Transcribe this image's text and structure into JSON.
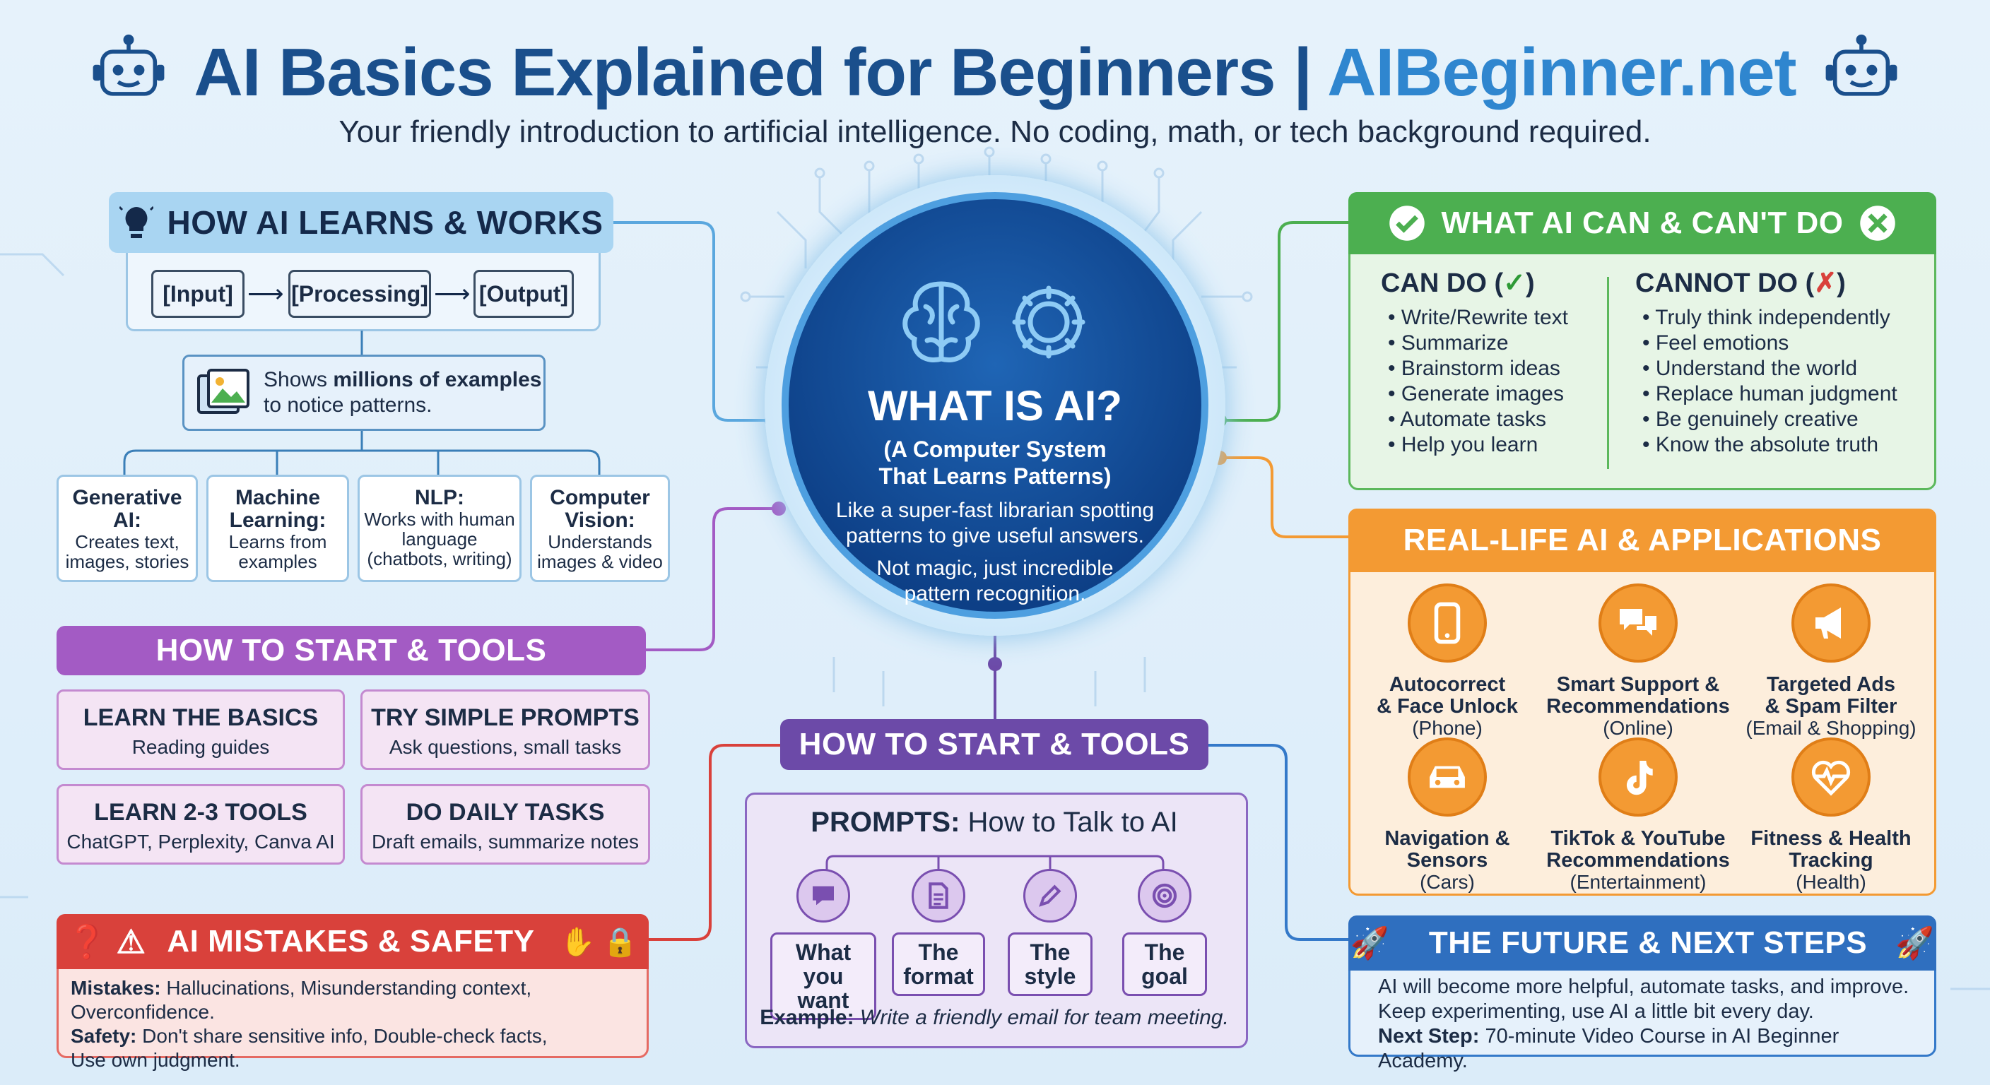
{
  "header": {
    "title_main": "AI Basics Explained for Beginners | ",
    "title_brand": "AIBeginner.net",
    "subtitle": "Your friendly introduction to artificial intelligence. No coding, math, or tech background required."
  },
  "colors": {
    "blue": "#1a4f8c",
    "green": "#4caf50",
    "orange": "#f39a33",
    "purple": "#a35bc4",
    "red": "#d9413b",
    "violet": "#6c4aa8"
  },
  "learns": {
    "heading": "HOW AI LEARNS & WORKS",
    "flow": [
      "[Input]",
      "[Processing]",
      "[Output]"
    ],
    "examples_pre": "Shows ",
    "examples_bold": "millions of examples",
    "examples_post": "to notice patterns.",
    "categories": [
      {
        "title": "Generative AI:",
        "desc": "Creates text, images, stories"
      },
      {
        "title": "Machine Learning:",
        "desc": "Learns from examples"
      },
      {
        "title": "NLP:",
        "desc": "Works with human language (chatbots, writing)"
      },
      {
        "title": "Computer Vision:",
        "desc": "Understands images & video"
      }
    ]
  },
  "start_left": {
    "heading": "HOW TO START & TOOLS",
    "boxes": [
      {
        "title": "LEARN THE BASICS",
        "desc": "Reading guides"
      },
      {
        "title": "TRY SIMPLE PROMPTS",
        "desc": "Ask questions, small tasks"
      },
      {
        "title": "LEARN 2-3 TOOLS",
        "desc": "ChatGPT, Perplexity, Canva AI"
      },
      {
        "title": "DO DAILY TASKS",
        "desc": "Draft emails, summarize notes"
      }
    ]
  },
  "safety": {
    "heading": "AI MISTAKES & SAFETY",
    "mistakes_label": "Mistakes:",
    "mistakes_text": " Hallucinations, Misunderstanding context, Overconfidence.",
    "safety_label": "Safety:",
    "safety_text": " Don't share sensitive info, Double-check facts,",
    "safety_text2": "Use own judgment."
  },
  "center": {
    "title": "WHAT IS AI?",
    "sub1": "(A Computer System",
    "sub2": "That Learns Patterns)",
    "desc1": "Like a super-fast librarian spotting",
    "desc2": "patterns to give useful answers.",
    "desc3": "Not magic, just incredible",
    "desc4": "pattern recognition."
  },
  "prompts": {
    "heading": "HOW TO START & TOOLS",
    "title_bold": "PROMPTS:",
    "title_rest": " How to Talk to AI",
    "items": [
      {
        "line1": "What you",
        "line2": "want",
        "icon": "chat-icon"
      },
      {
        "line1": "The",
        "line2": "format",
        "icon": "document-icon"
      },
      {
        "line1": "The",
        "line2": "style",
        "icon": "pencil-icon"
      },
      {
        "line1": "The",
        "line2": "goal",
        "icon": "target-icon"
      }
    ],
    "example_label": "Example:",
    "example_text": " Write a friendly email for team meeting."
  },
  "cando": {
    "heading": "WHAT AI CAN & CAN'T DO",
    "can_title": "CAN DO (",
    "can_mark": "✓",
    "cannot_title": "CANNOT DO (",
    "cannot_mark": "✗",
    "close": ")",
    "can": [
      "Write/Rewrite text",
      "Summarize",
      "Brainstorm ideas",
      "Generate images",
      "Automate tasks",
      "Help you learn"
    ],
    "cannot": [
      "Truly think independently",
      "Feel emotions",
      "Understand the world",
      "Replace human judgment",
      "Be genuinely creative",
      "Know the absolute truth"
    ]
  },
  "apps": {
    "heading": "REAL-LIFE AI & APPLICATIONS",
    "items": [
      {
        "l1": "Autocorrect",
        "l2": "& Face Unlock",
        "l3": "(Phone)",
        "icon": "phone-icon"
      },
      {
        "l1": "Smart Support &",
        "l2": "Recommendations",
        "l3": "(Online)",
        "icon": "chat-bubbles-icon"
      },
      {
        "l1": "Targeted Ads",
        "l2": "& Spam Filter",
        "l3": "(Email & Shopping)",
        "icon": "megaphone-icon"
      },
      {
        "l1": "Navigation &",
        "l2": "Sensors",
        "l3": "(Cars)",
        "icon": "car-icon"
      },
      {
        "l1": "TikTok & YouTube",
        "l2": "Recommendations",
        "l3": "(Entertainment)",
        "icon": "tiktok-icon"
      },
      {
        "l1": "Fitness & Health",
        "l2": "Tracking",
        "l3": "(Health)",
        "icon": "heartbeat-icon"
      }
    ]
  },
  "future": {
    "heading": "THE FUTURE & NEXT STEPS",
    "line1": "AI will become more helpful, automate tasks, and improve.",
    "line2": "Keep experimenting, use AI a little bit every day.",
    "next_label": "Next Step:",
    "next_text": " 70-minute Video Course in AI Beginner Academy."
  }
}
